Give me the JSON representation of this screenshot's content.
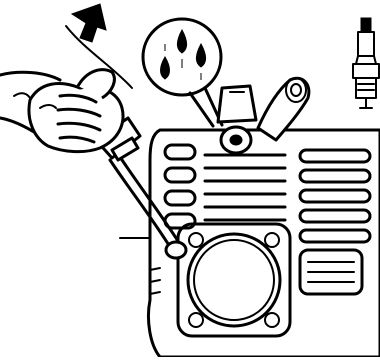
{
  "figure": {
    "subject": "line-drawing",
    "ink_color": "#000000",
    "background_color": "#ffffff",
    "parts": [
      "arrow-up-icon",
      "fuel-drops-callout",
      "engine-cylinder",
      "cooling-fins",
      "spark-plug-cap",
      "spark-plug-icon",
      "hand-holding-tube",
      "tube-into-port"
    ]
  }
}
